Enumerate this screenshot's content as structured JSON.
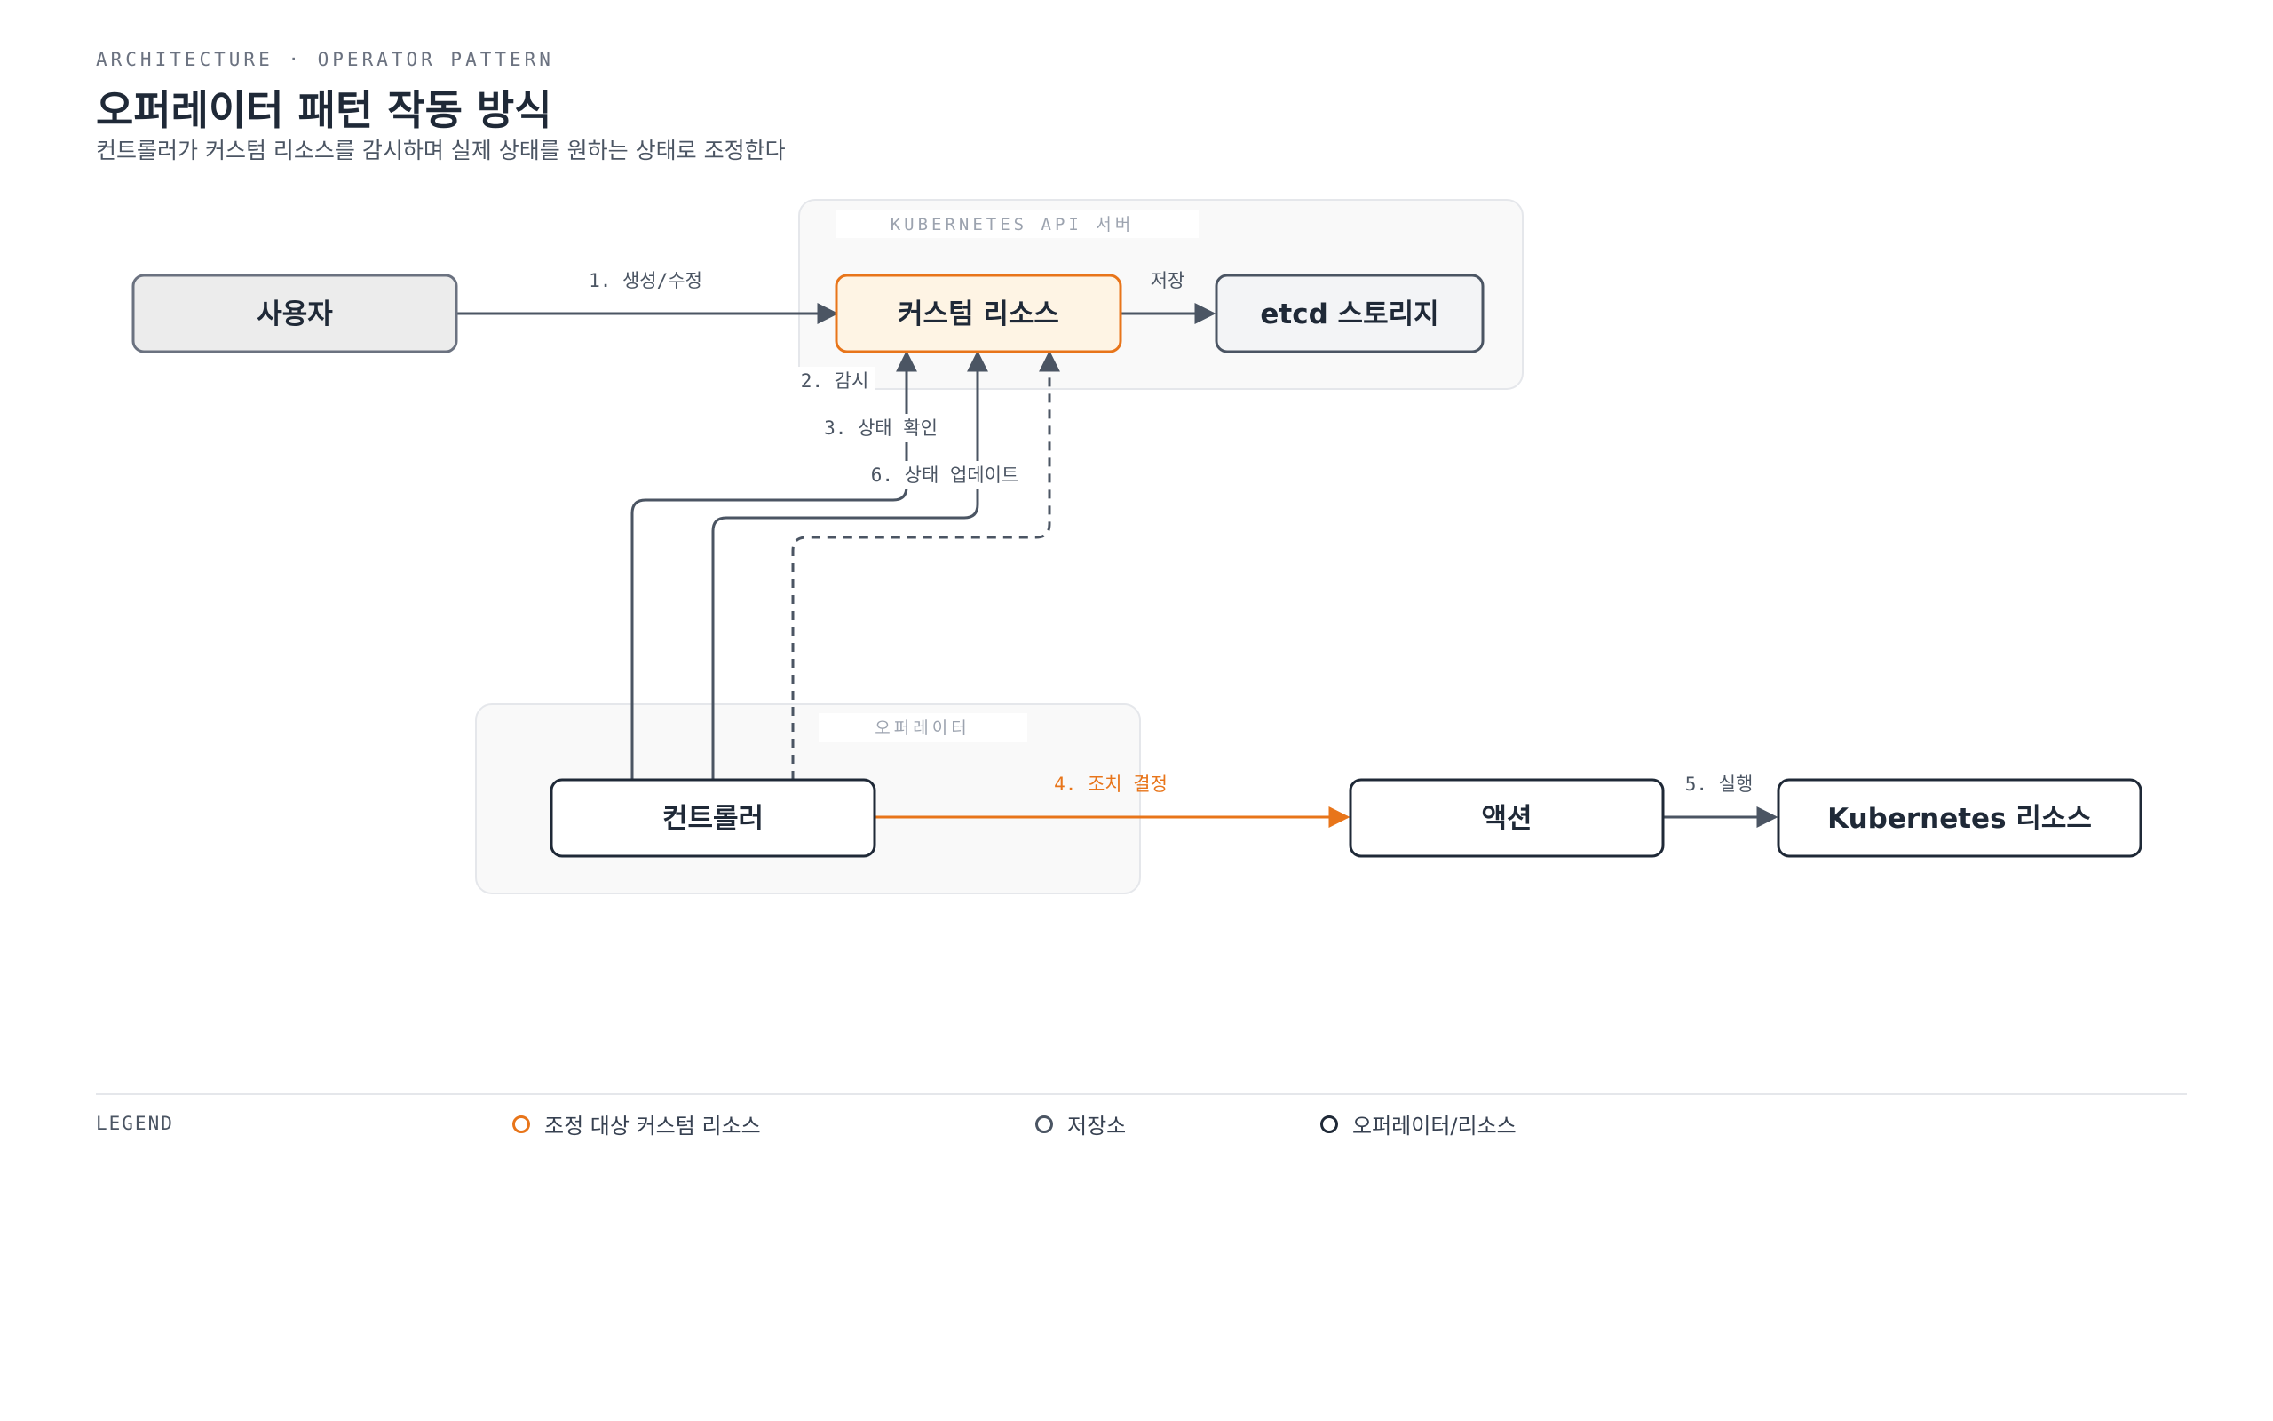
{
  "header": {
    "kicker": "ARCHITECTURE · OPERATOR PATTERN",
    "title": "오퍼레이터 패턴 작동 방식",
    "subtitle": "컨트롤러가 커스텀 리소스를 감시하며 실제 상태를 원하는 상태로 조정한다"
  },
  "groups": {
    "api_server": "KUBERNETES API 서버",
    "operator": "오퍼레이터"
  },
  "nodes": {
    "user": "사용자",
    "custom_resource": "커스텀 리소스",
    "etcd": "etcd 스토리지",
    "controller": "컨트롤러",
    "action": "액션",
    "k8s_resource": "Kubernetes 리소스"
  },
  "edges": {
    "create": "1. 생성/수정",
    "store": "저장",
    "watch": "2. 감시",
    "check": "3. 상태 확인",
    "update": "6. 상태 업데이트",
    "decide": "4. 조치 결정",
    "execute": "5. 실행"
  },
  "legend": {
    "title": "LEGEND",
    "items": [
      {
        "label": "조정 대상 커스텀 리소스",
        "color": "#e8751a"
      },
      {
        "label": "저장소",
        "color": "#4b5563"
      },
      {
        "label": "오퍼레이터/리소스",
        "color": "#1f2937"
      }
    ]
  },
  "colors": {
    "accent": "#e8751a",
    "ink": "#1f2937",
    "muted": "#4b5563"
  }
}
